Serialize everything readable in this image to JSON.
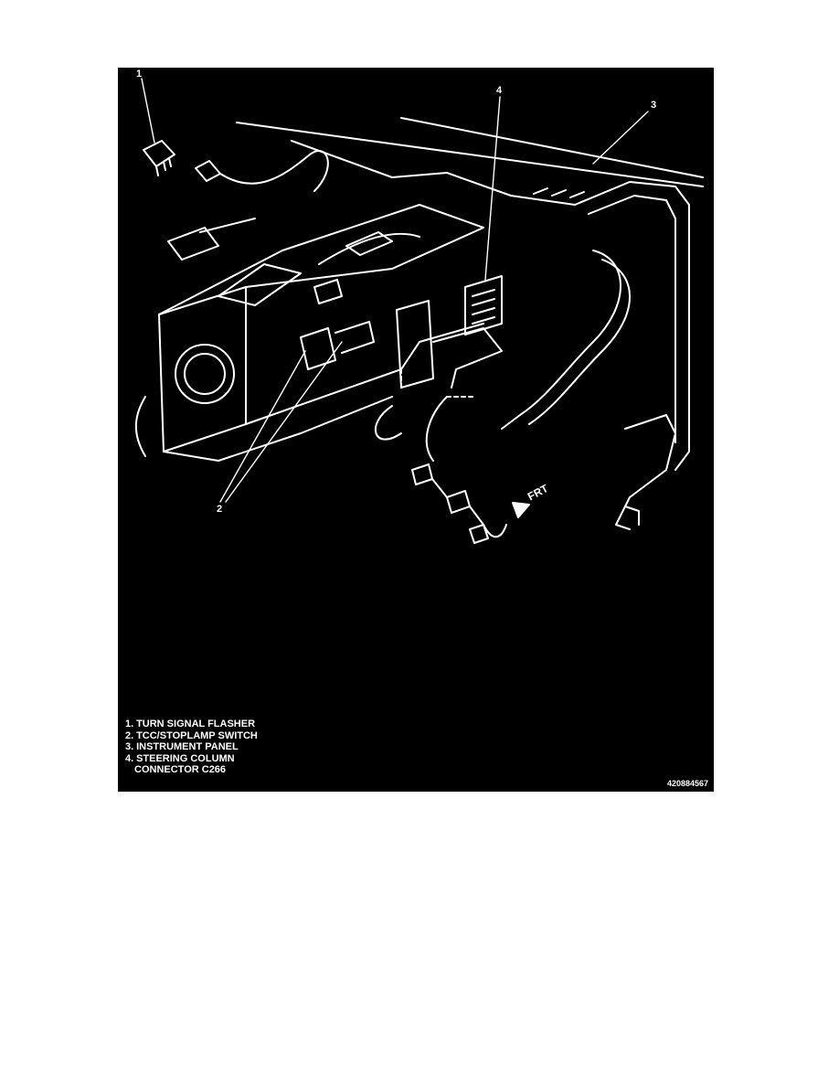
{
  "figure": {
    "callouts": [
      "1",
      "2",
      "3",
      "4"
    ],
    "direction_label": "FRT",
    "legend": [
      {
        "number": "1.",
        "text": "TURN SIGNAL FLASHER"
      },
      {
        "number": "2.",
        "text": "TCC/STOPLAMP SWITCH"
      },
      {
        "number": "3.",
        "text": "INSTRUMENT PANEL"
      },
      {
        "number": "4.",
        "text": "STEERING COLUMN",
        "continuation": "CONNECTOR C266"
      }
    ],
    "figure_id": "420884567",
    "colors": {
      "background": "#000000",
      "line_art": "#ffffff"
    }
  }
}
